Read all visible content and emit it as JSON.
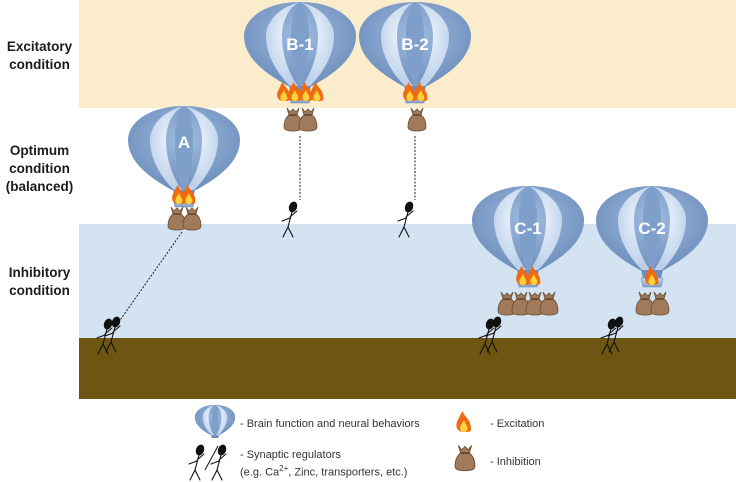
{
  "conditions": {
    "excitatory": "Excitatory\ncondition",
    "optimum": "Optimum\ncondition\n(balanced)",
    "inhibitory": "Inhibitory\ncondition"
  },
  "balloons": {
    "A": "A",
    "B1": "B-1",
    "B2": "B-2",
    "C1": "C-1",
    "C2": "C-2"
  },
  "legend": {
    "brain": "- Brain function and neural behaviors",
    "regulators_line1": "- Synaptic regulators",
    "regulators_prefix": "(e.g. Ca",
    "regulators_sup": "2+",
    "regulators_suffix": ", Zinc, transporters,  etc.)",
    "excitation": "- Excitation",
    "inhibition": "- Inhibition"
  },
  "colors": {
    "excitatory_band": "#fbeccb",
    "inhibitory_band": "#d3e3f2",
    "ground": "#6e5511",
    "balloon_dark": "#7e9fc9",
    "balloon_light": "#d2e0f1",
    "flame_outer": "#f06a12",
    "flame_inner": "#fbd33c",
    "sack": "#a07a5a"
  }
}
